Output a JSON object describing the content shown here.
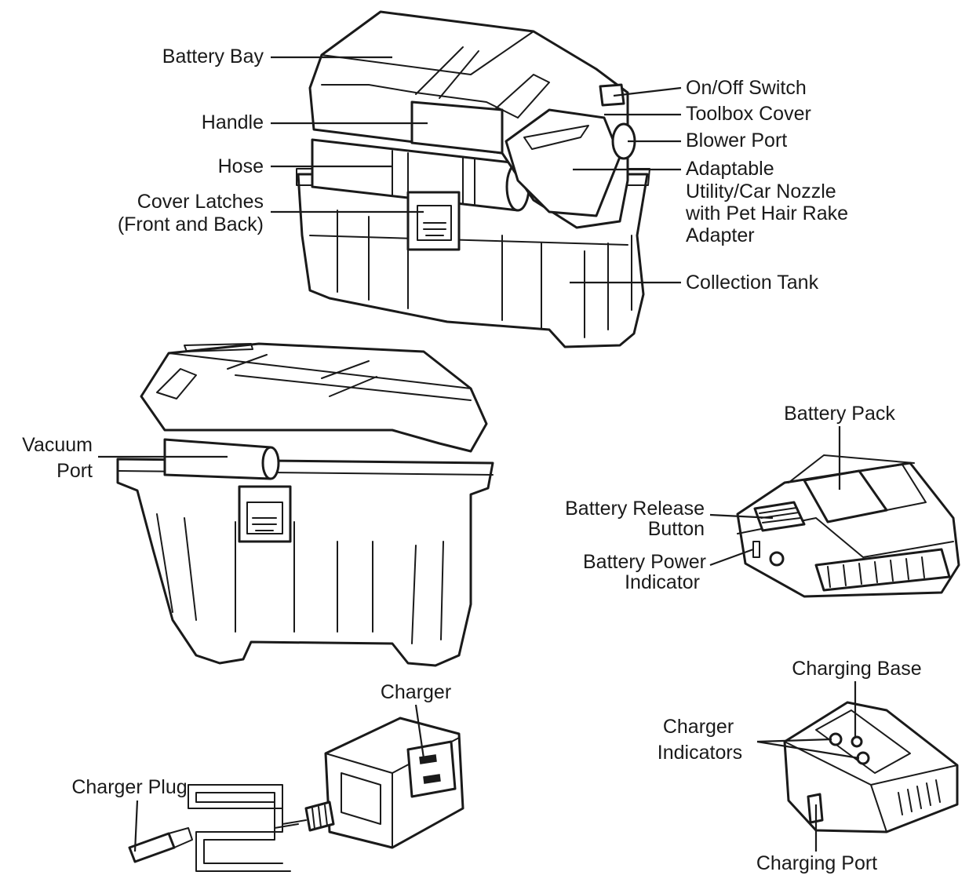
{
  "labels": {
    "battery_bay": "Battery Bay",
    "handle": "Handle",
    "hose": "Hose",
    "cover_latches_1": "Cover Latches",
    "cover_latches_2": "(Front and Back)",
    "on_off_switch": "On/Off Switch",
    "toolbox_cover": "Toolbox Cover",
    "blower_port": "Blower Port",
    "nozzle_1": "Adaptable",
    "nozzle_2": "Utility/Car Nozzle",
    "nozzle_3": "with Pet Hair Rake",
    "nozzle_4": "Adapter",
    "collection_tank": "Collection Tank",
    "vacuum_port_1": "Vacuum",
    "vacuum_port_2": "Port",
    "battery_pack": "Battery Pack",
    "battery_release_1": "Battery Release",
    "battery_release_2": "Button",
    "battery_power_1": "Battery Power",
    "battery_power_2": "Indicator",
    "charger": "Charger",
    "charger_plug": "Charger Plug",
    "charging_base": "Charging Base",
    "charger_indicators_1": "Charger",
    "charger_indicators_2": "Indicators",
    "charging_port": "Charging Port"
  }
}
